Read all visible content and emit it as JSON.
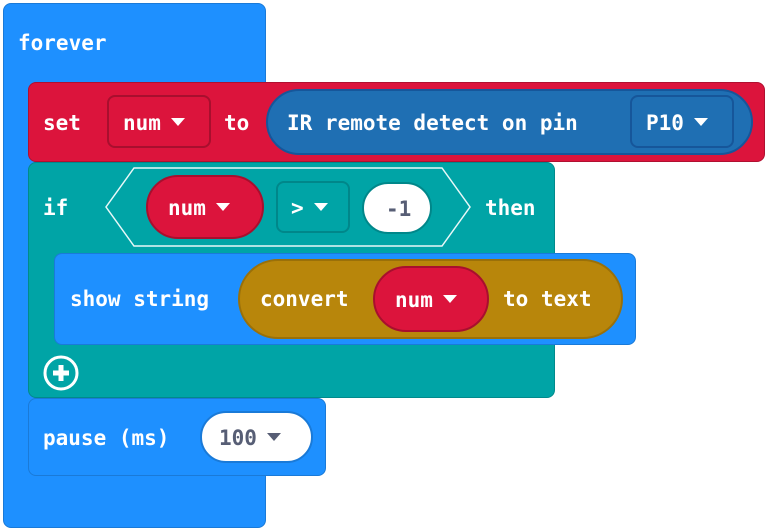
{
  "forever": {
    "label": "forever"
  },
  "set": {
    "label": "set",
    "variable": "num",
    "to_label": "to",
    "ir_block": {
      "label": "IR remote detect on pin",
      "pin": "P10"
    }
  },
  "if": {
    "label": "if",
    "then_label": "then",
    "condition": {
      "left": "num",
      "operator": ">",
      "right": "-1"
    }
  },
  "show_string": {
    "label": "show string",
    "convert_label": "convert",
    "variable": "num",
    "to_text_label": "to text"
  },
  "pause": {
    "label": "pause (ms)",
    "value": "100"
  },
  "colors": {
    "loops": "#1E90FF",
    "variables": "#DC143C",
    "logic": "#00A4A6",
    "text": "#B8860B",
    "ir": "#1F6FB3"
  }
}
